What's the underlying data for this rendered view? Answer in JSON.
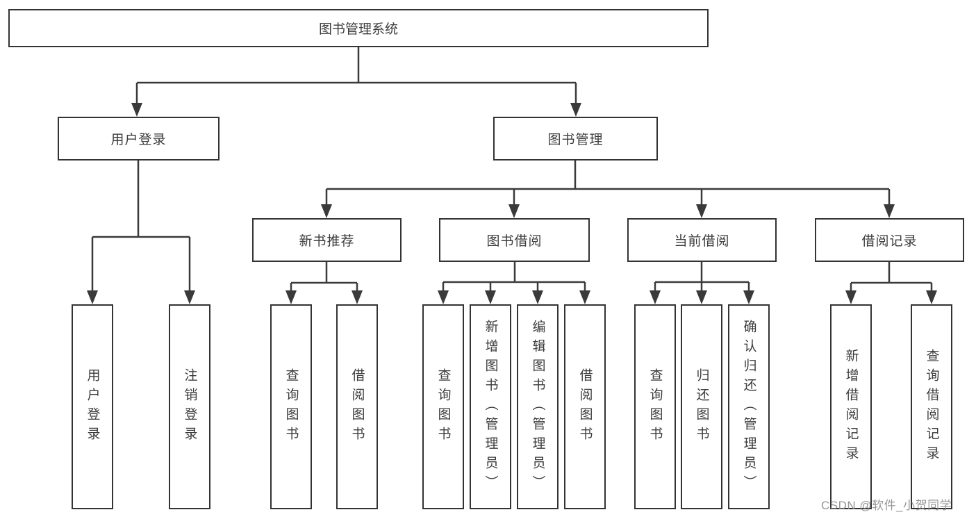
{
  "diagram": {
    "root": {
      "label": "图书管理系统"
    },
    "branches": [
      {
        "label": "用户登录",
        "leaves": [
          "用户登录",
          "注销登录"
        ]
      },
      {
        "label": "图书管理",
        "groups": [
          {
            "label": "新书推荐",
            "leaves": [
              "查询图书",
              "借阅图书"
            ]
          },
          {
            "label": "图书借阅",
            "leaves": [
              "查询图书",
              "新增图书（管理员）",
              "编辑图书（管理员）",
              "借阅图书"
            ]
          },
          {
            "label": "当前借阅",
            "leaves": [
              "查询图书",
              "归还图书",
              "确认归还（管理员）"
            ]
          },
          {
            "label": "借阅记录",
            "leaves": [
              "新增借阅记录",
              "查询借阅记录"
            ]
          }
        ]
      }
    ]
  },
  "watermark": "CSDN @软件_小贺同学",
  "colors": {
    "line": "#3a3a3a",
    "box_border": "#333333",
    "text": "#3c3c3c",
    "watermark": "#8c8c8c",
    "background": "#ffffff"
  }
}
